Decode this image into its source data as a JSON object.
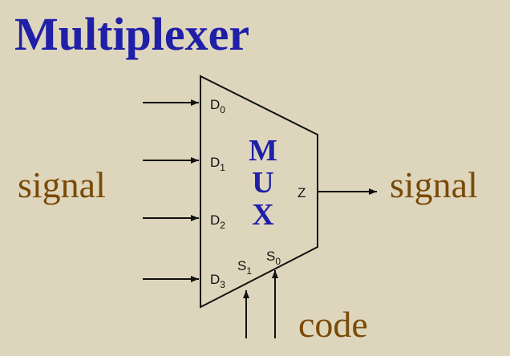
{
  "title": "Multiplexer",
  "labels": {
    "input": "signal",
    "output": "signal",
    "select": "code"
  },
  "block": {
    "name_letters": [
      "M",
      "U",
      "X"
    ],
    "output_pin": "Z"
  },
  "inputs": [
    {
      "base": "D",
      "sub": "0"
    },
    {
      "base": "D",
      "sub": "1"
    },
    {
      "base": "D",
      "sub": "2"
    },
    {
      "base": "D",
      "sub": "3"
    }
  ],
  "selects": [
    {
      "base": "S",
      "sub": "1"
    },
    {
      "base": "S",
      "sub": "0"
    }
  ],
  "colors": {
    "background": "#ded6bc",
    "title": "#1f1fa8",
    "label": "#7a4a08",
    "mux": "#1f1fa8",
    "line": "#111111"
  }
}
